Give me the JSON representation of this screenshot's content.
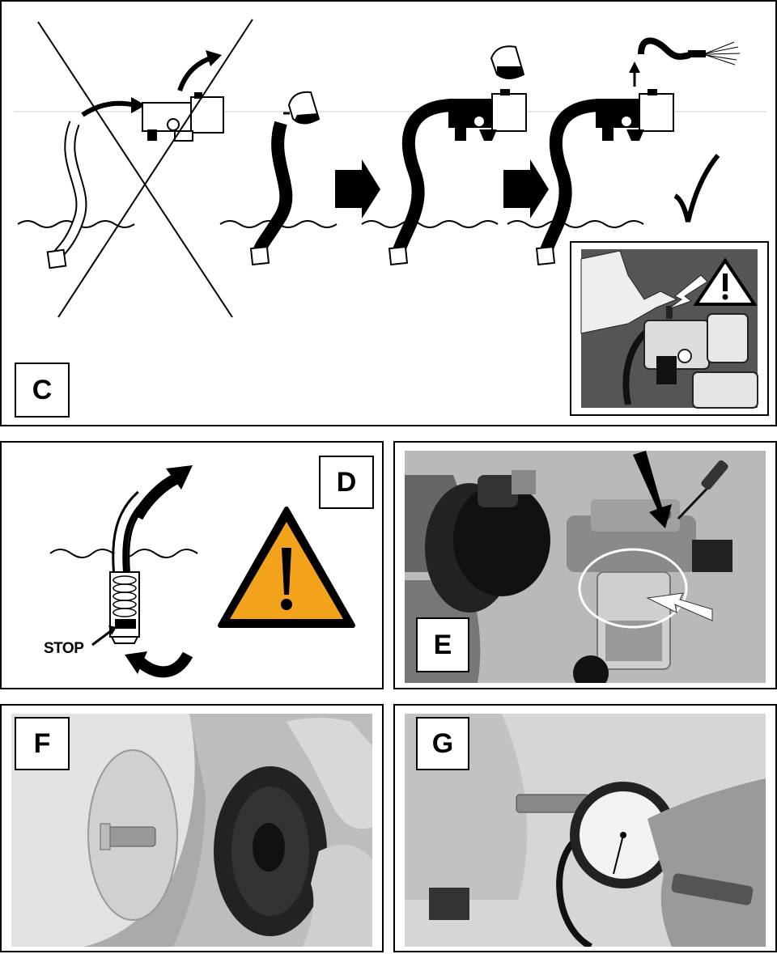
{
  "panels": {
    "c": {
      "label": "C"
    },
    "d": {
      "label": "D",
      "stop_text": "STOP"
    },
    "e": {
      "label": "E"
    },
    "f": {
      "label": "F"
    },
    "g": {
      "label": "G"
    }
  },
  "icons": [
    "cross-icon",
    "checkmark-icon",
    "warning-icon",
    "arrow-right-icon",
    "pump-icon",
    "watering-can-icon",
    "pressure-gauge-icon"
  ],
  "colors": {
    "warning_yellow": "#F2A31B",
    "ink": "#000000",
    "photo_gray": "#b9b9b9"
  }
}
